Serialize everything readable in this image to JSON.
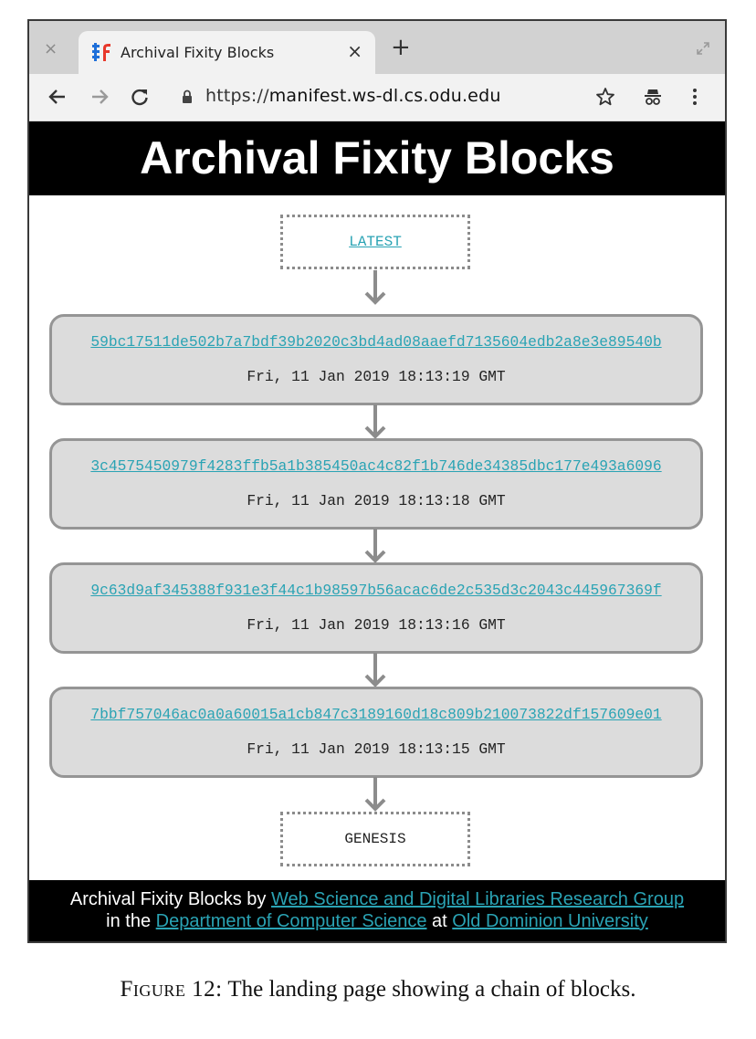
{
  "browser": {
    "tab_title": "Archival Fixity Blocks",
    "tab_close": "×",
    "left_close": "×",
    "new_tab": "+",
    "url_scheme": "https://",
    "url_domain": "manifest.ws-dl.cs.odu.edu"
  },
  "page": {
    "title": "Archival Fixity Blocks",
    "latest_label": "LATEST",
    "genesis_label": "GENESIS",
    "blocks": [
      {
        "hash": "59bc17511de502b7a7bdf39b2020c3bd4ad08aaefd7135604edb2a8e3e89540b",
        "time": "Fri, 11 Jan 2019 18:13:19 GMT"
      },
      {
        "hash": "3c4575450979f4283ffb5a1b385450ac4c82f1b746de34385dbc177e493a6096",
        "time": "Fri, 11 Jan 2019 18:13:18 GMT"
      },
      {
        "hash": "9c63d9af345388f931e3f44c1b98597b56acac6de2c535d3c2043c445967369f",
        "time": "Fri, 11 Jan 2019 18:13:16 GMT"
      },
      {
        "hash": "7bbf757046ac0a0a60015a1cb847c3189160d18c809b210073822df157609e01",
        "time": "Fri, 11 Jan 2019 18:13:15 GMT"
      }
    ],
    "footer": {
      "prefix": "Archival Fixity Blocks by",
      "group_link": "Web Science and Digital Libraries Research Group",
      "in_the": "in the",
      "dept_link": "Department of Computer Science",
      "at": "at",
      "univ_link": "Old Dominion University"
    }
  },
  "caption": {
    "label": "Figure 12:",
    "text": "The landing page showing a chain of blocks."
  },
  "colors": {
    "link": "#2aa3b4",
    "block_bg": "#dcdcdc",
    "block_border": "#959595",
    "header_bg": "#000000"
  }
}
